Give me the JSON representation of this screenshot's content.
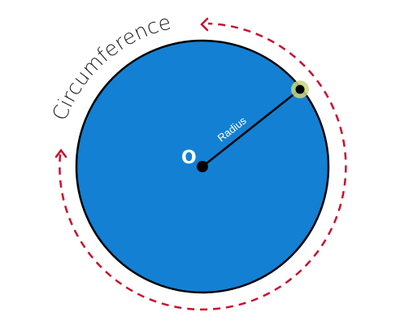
{
  "labels": {
    "circumference": "Circumference",
    "radius": "Radius",
    "center": "O"
  },
  "colors": {
    "disk_fill": "#1380d3",
    "outline": "#000000",
    "arrow": "#c8102e",
    "point_glow": "#c9d67a",
    "label_light": "#ffffff"
  }
}
